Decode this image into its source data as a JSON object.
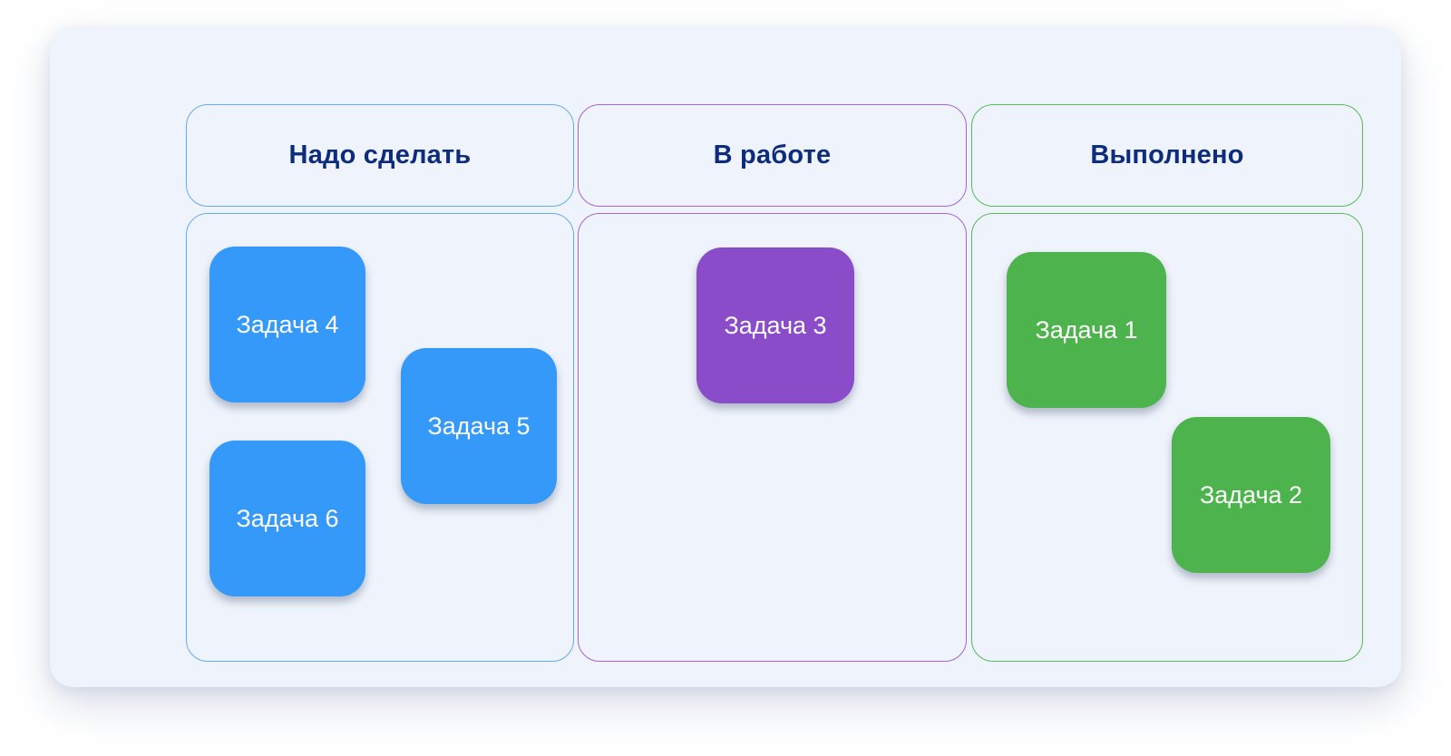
{
  "board": {
    "page_background": "#FFFFFF",
    "background": "#EFF3FB",
    "header_text_color": "#0E2C7C",
    "card_text_color": "#FFFFFF",
    "columns": [
      {
        "title": "Надо сделать",
        "accent": "#64ACF2",
        "card_color": "#3499F8",
        "cards": [
          {
            "label": "Задача 4"
          },
          {
            "label": "Задача 5"
          },
          {
            "label": "Задача 6"
          }
        ]
      },
      {
        "title": "В работе",
        "accent": "#A763D6",
        "card_color": "#8A4CC9",
        "cards": [
          {
            "label": "Задача 3"
          }
        ]
      },
      {
        "title": "Выполнено",
        "accent": "#57BA57",
        "card_color": "#4DB34D",
        "cards": [
          {
            "label": "Задача 1"
          },
          {
            "label": "Задача 2"
          }
        ]
      }
    ]
  }
}
